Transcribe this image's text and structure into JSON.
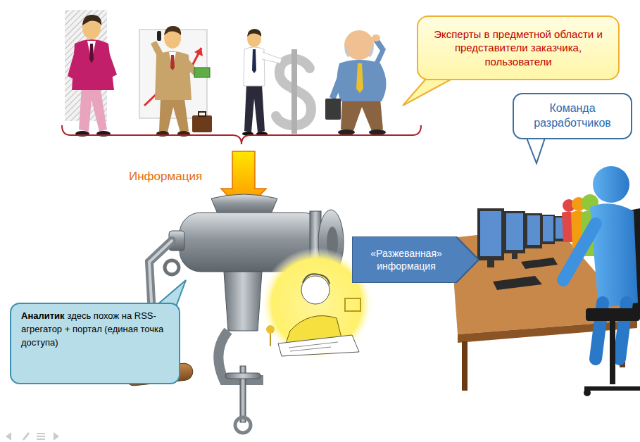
{
  "diagram": {
    "nodes": [
      {
        "text": [
          "Эксперты в предметной области и представители заказчика, пользователи"
        ]
      },
      {
        "text": [
          "Команда разработчиков"
        ]
      },
      {
        "text": [
          "«Разжеванная» информация"
        ]
      },
      {
        "text": [
          "Аналитик",
          "здесь похож на RSS-агрегатор + портал (единая точка доступа)"
        ]
      }
    ],
    "labels": [
      "Информация"
    ]
  }
}
